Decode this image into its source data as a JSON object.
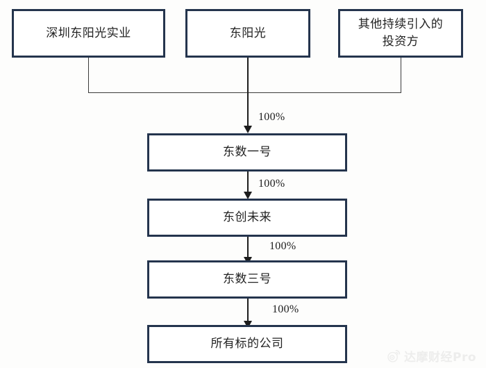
{
  "diagram": {
    "type": "ownership-structure-chart",
    "background_color": "#fdfdfc",
    "box_border_color": "#24344d",
    "connector_color": "#1c1c1c",
    "top_level_nodes": [
      {
        "id": "shenzhen-dongyangguang-shiye",
        "label": "深圳东阳光实业"
      },
      {
        "id": "dongyangguang",
        "label": "东阳光"
      },
      {
        "id": "other-investors",
        "label": "其他持续引入的\n投资方"
      }
    ],
    "chain_nodes": [
      {
        "id": "dongshu-yihao",
        "label": "东数一号"
      },
      {
        "id": "dongchuang-weilai",
        "label": "东创未来"
      },
      {
        "id": "dongshu-sanhao",
        "label": "东数三号"
      },
      {
        "id": "all-target-companies",
        "label": "所有标的公司"
      }
    ],
    "edges": [
      {
        "id": "edge-top-to-dongshu-yihao",
        "from": "top-level-group",
        "to": "dongshu-yihao",
        "label": "100%"
      },
      {
        "id": "edge-yihao-to-weilai",
        "from": "dongshu-yihao",
        "to": "dongchuang-weilai",
        "label": "100%"
      },
      {
        "id": "edge-weilai-to-sanhao",
        "from": "dongchuang-weilai",
        "to": "dongshu-sanhao",
        "label": "100%"
      },
      {
        "id": "edge-sanhao-to-targets",
        "from": "dongshu-sanhao",
        "to": "all-target-companies",
        "label": "100%"
      }
    ]
  },
  "watermark": {
    "text": "达摩财经Pro",
    "icon": "weibo-logo-icon",
    "color": "#c9c9c9"
  }
}
